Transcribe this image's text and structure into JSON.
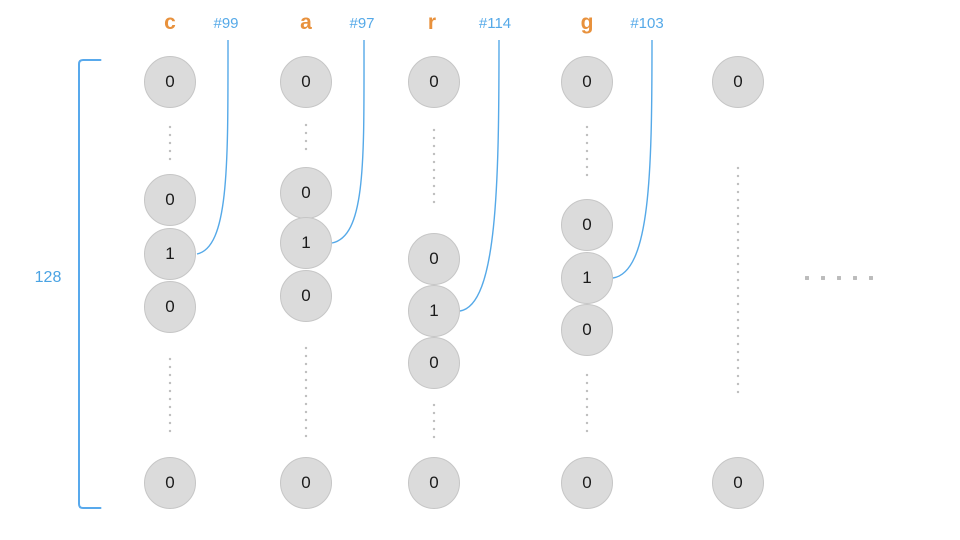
{
  "diagram": {
    "bracket_label": "128",
    "columns": [
      {
        "char": "c",
        "code": "#99",
        "cells": [
          "0",
          "0",
          "1",
          "0",
          "0"
        ]
      },
      {
        "char": "a",
        "code": "#97",
        "cells": [
          "0",
          "0",
          "1",
          "0",
          "0"
        ]
      },
      {
        "char": "r",
        "code": "#114",
        "cells": [
          "0",
          "0",
          "1",
          "0",
          "0"
        ]
      },
      {
        "char": "g",
        "code": "#103",
        "cells": [
          "0",
          "0",
          "1",
          "0",
          "0"
        ]
      },
      {
        "char": "",
        "code": "",
        "cells": [
          "0",
          "0"
        ]
      }
    ],
    "colors": {
      "char_label": "#E8913C",
      "code_label": "#55A9E8",
      "bracket": "#58A9EC",
      "circle_fill": "#DBDBDB",
      "circle_border": "#C6C6C6",
      "ellipsis_dots": "#BDBDBD"
    }
  }
}
